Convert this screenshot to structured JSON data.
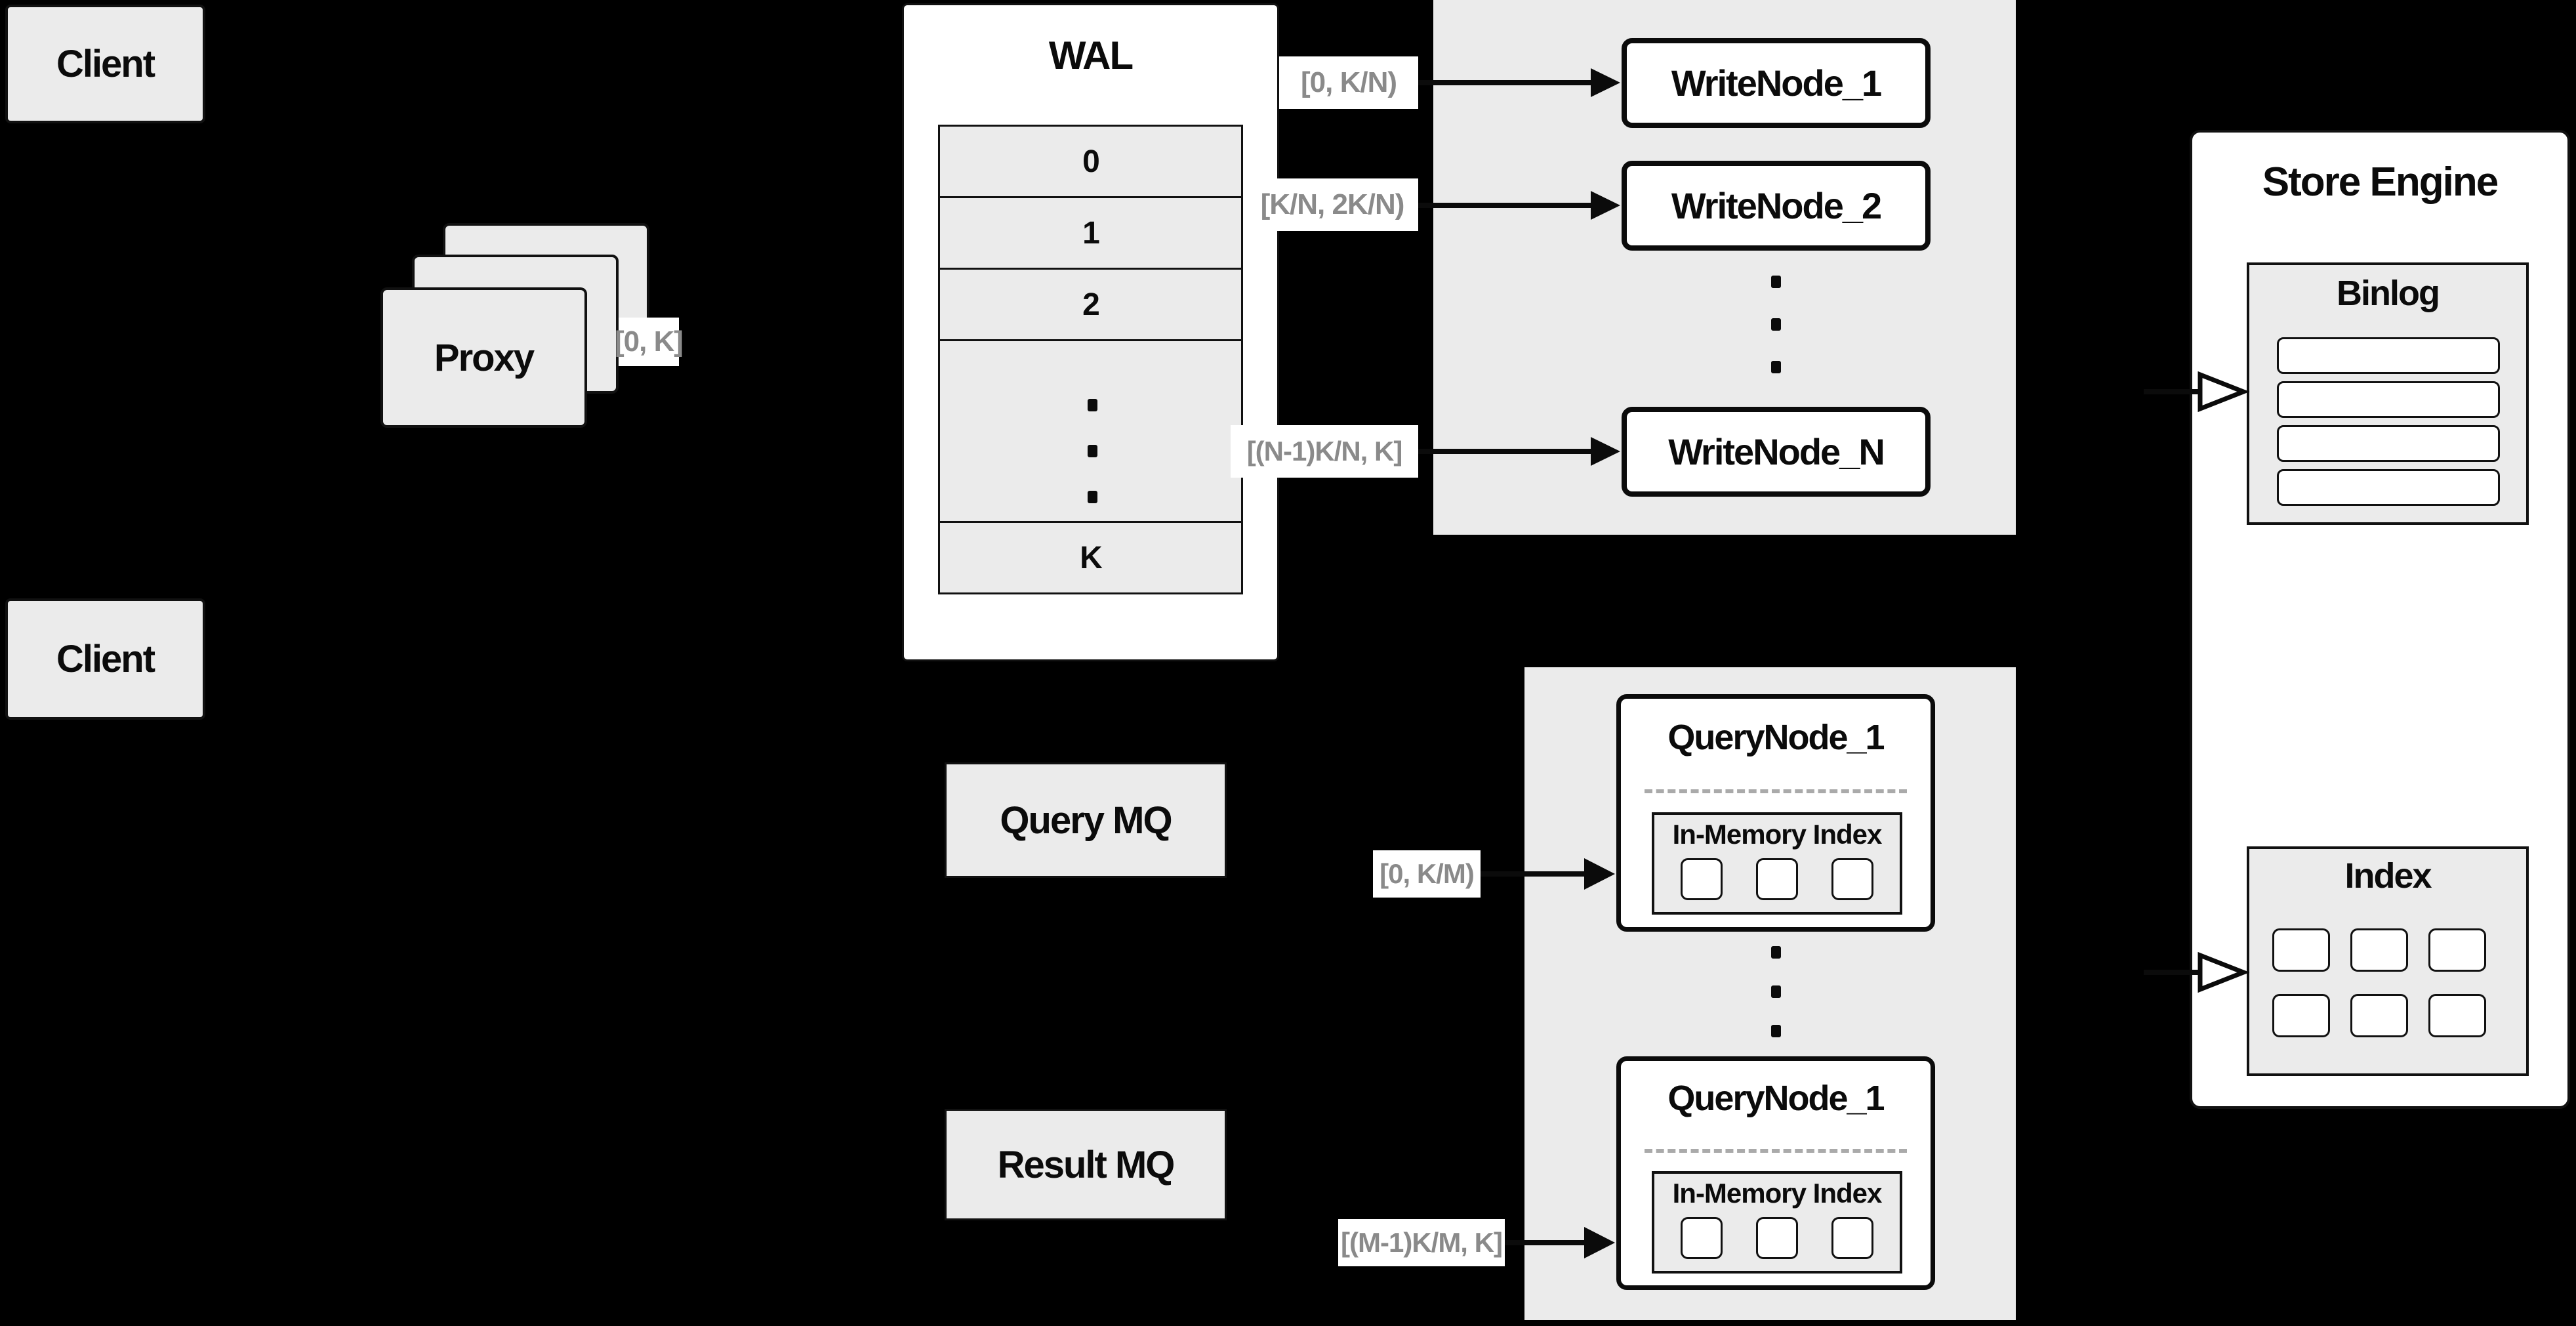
{
  "clients": {
    "top_label": "Client",
    "bottom_label": "Client"
  },
  "proxy": {
    "label": "Proxy"
  },
  "range_labels": {
    "proxy_to_wal": "[0, K]",
    "writenode_1": "[0, K/N)",
    "writenode_2": "[K/N, 2K/N)",
    "writenode_n": "[(N-1)K/N, K]",
    "querynode_top": "[0, K/M)",
    "querynode_bottom": "[(M-1)K/M, K]"
  },
  "wal": {
    "title": "WAL",
    "rows": [
      "0",
      "1",
      "2"
    ],
    "last_row": "K"
  },
  "write_nodes": {
    "node_1": "WriteNode_1",
    "node_2": "WriteNode_2",
    "node_n": "WriteNode_N"
  },
  "store_engine": {
    "title": "Store Engine",
    "binlog_title": "Binlog",
    "index_title": "Index"
  },
  "mq": {
    "query_label": "Query MQ",
    "result_label": "Result MQ"
  },
  "query_nodes": {
    "top_title": "QueryNode_1",
    "bottom_title": "QueryNode_1",
    "in_memory_label": "In-Memory Index"
  },
  "colors": {
    "background": "#000000",
    "panel_gray": "#ebebeb",
    "box_white": "#ffffff",
    "border_black": "#111111",
    "label_gray": "#8a8a8a"
  }
}
